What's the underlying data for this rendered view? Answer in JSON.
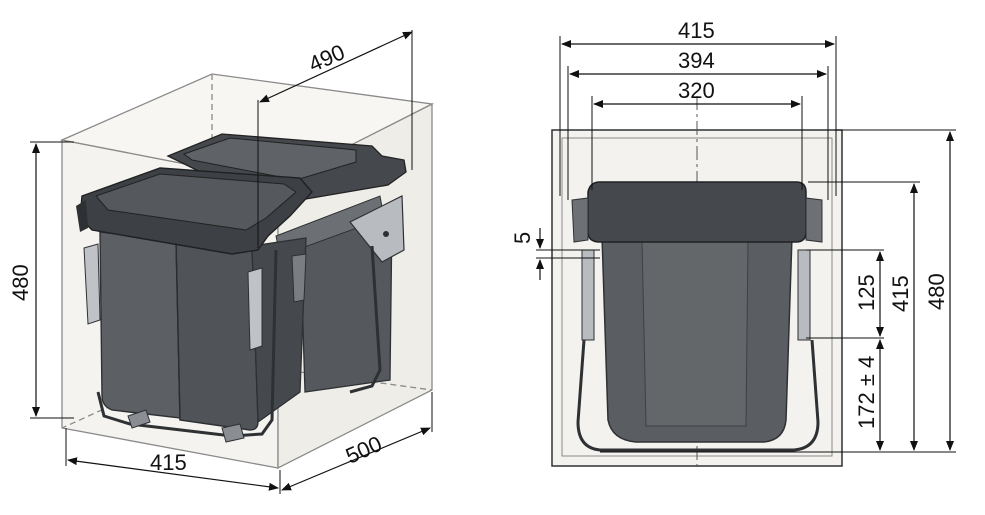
{
  "colors": {
    "cabinet_line": "#8a8a8a",
    "cabinet_fill": "#f4f2ee",
    "bin_fill": "#5a5d61",
    "bin_dark": "#3d4044",
    "frame": "#2e3134",
    "dim_line": "#111111"
  },
  "iso_view": {
    "depth": "490",
    "height": "480",
    "width": "415",
    "side_depth": "500"
  },
  "front_view": {
    "outer_width": "415",
    "inner_width": "394",
    "bin_width": "320",
    "gap": "5",
    "bracket_height": "125",
    "inner_height": "415",
    "outer_height": "480",
    "mount_height": "172 ± 4"
  }
}
